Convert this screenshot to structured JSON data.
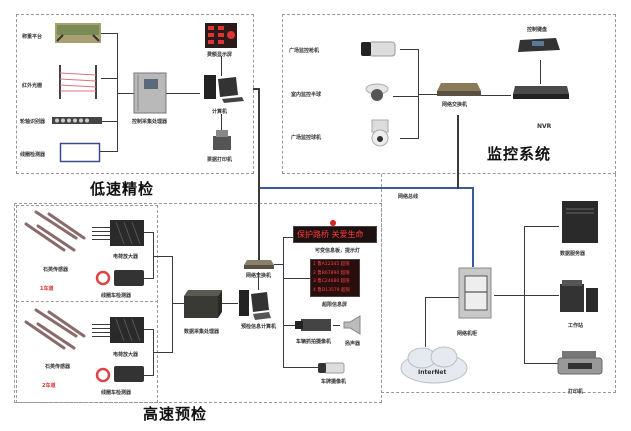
{
  "diagram": {
    "sections": {
      "low_speed": {
        "title": "低速精检",
        "inputs": [
          "称重平台",
          "红外光栅",
          "轮轴识别器",
          "线圈检测器"
        ],
        "controller": "控制采集处理器",
        "computer": "计算机",
        "display": "费额显示屏",
        "printer": "票据打印机"
      },
      "monitoring": {
        "title": "监控系统",
        "cameras": [
          "广场监控枪机",
          "室内监控半球",
          "广场监控球机"
        ],
        "switch": "网络交换机",
        "keyboard": "控制键盘",
        "nvr": "NVR"
      },
      "high_speed": {
        "title": "高速预检",
        "lanes": [
          {
            "lane_label": "1车道",
            "sensor": "石英传感器",
            "amplifier": "电荷放大器",
            "loop": "线圈车检测器"
          },
          {
            "lane_label": "2车道",
            "sensor": "石英传感器",
            "amplifier": "电荷放大器",
            "loop": "线圈车检测器"
          }
        ],
        "processor": "数据采集处理器",
        "computer": "预检信息计算机",
        "switch": "网络交换机",
        "led_sign_text": "保护路桥   关爱生命",
        "led_sign_caption": "可变信息板，提示灯",
        "info_board": "超限信息屏",
        "info_board_lines": [
          "1 鲁A12345 超限",
          "2 鲁B67890 超限",
          "3 鲁C24680 超限",
          "4 鲁D13579 超限"
        ],
        "capture_camera": "车辆抓拍摄像机",
        "speaker": "扬声器",
        "plate_camera": "车牌摄像机"
      },
      "center": {
        "bus_label": "网络总线",
        "cabinet": "网络机柜",
        "internet": "InterNet",
        "server": "数据服务器",
        "workstation": "工作站",
        "printer": "打印机"
      }
    },
    "colors": {
      "bus_line": "#3a5a9a",
      "lane_label": "#d33333",
      "led_text": "#ff3b3b"
    }
  }
}
